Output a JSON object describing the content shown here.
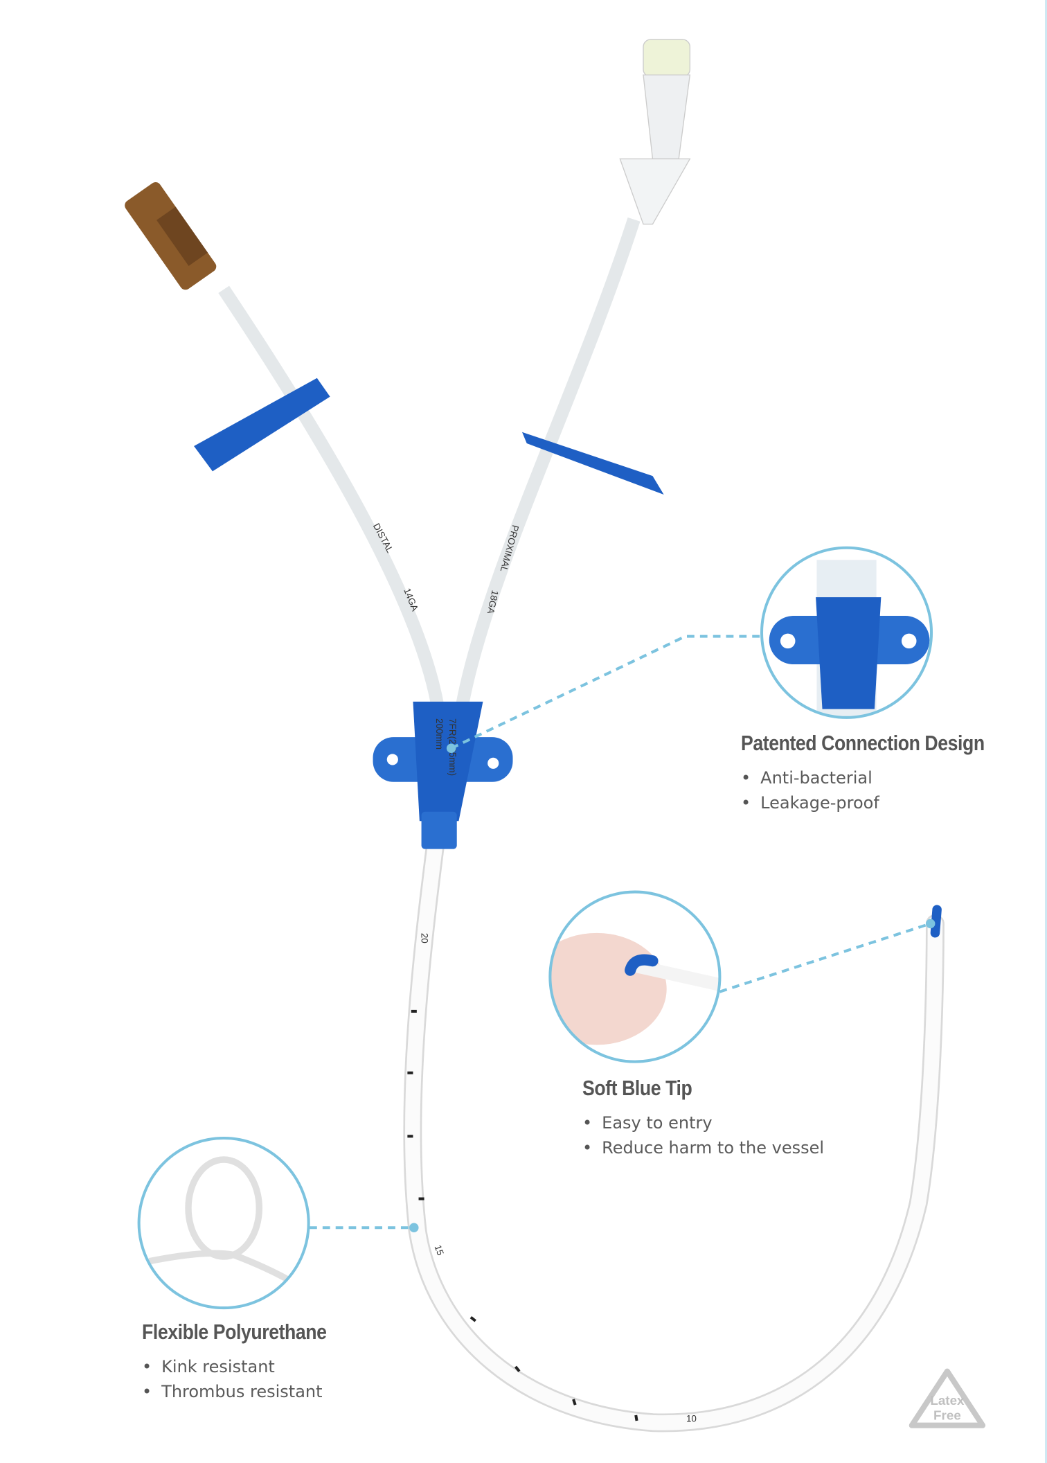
{
  "features": [
    {
      "title": "Patented Connection Design",
      "bullets": [
        "Anti-bacterial",
        "Leakage-proof"
      ]
    },
    {
      "title": "Soft Blue Tip",
      "bullets": [
        "Easy to entry",
        "Reduce harm to the vessel"
      ]
    },
    {
      "title": "Flexible Polyurethane",
      "bullets": [
        "Kink resistant",
        "Thrombus resistant"
      ]
    }
  ],
  "catheter_labels": {
    "distal": "DISTAL",
    "distal_gauge": "14GA",
    "proximal": "PROXIMAL",
    "proximal_gauge": "18GA",
    "size": "7FR(2.35mm)",
    "length": "200mm",
    "mark_20": "20",
    "mark_15": "15",
    "mark_10": "10"
  },
  "badge": {
    "line1": "Latex",
    "line2": "Free"
  },
  "colors": {
    "accent_blue": "#1e5fc4",
    "callout_blue": "#7cc3df",
    "text": "#555555"
  }
}
